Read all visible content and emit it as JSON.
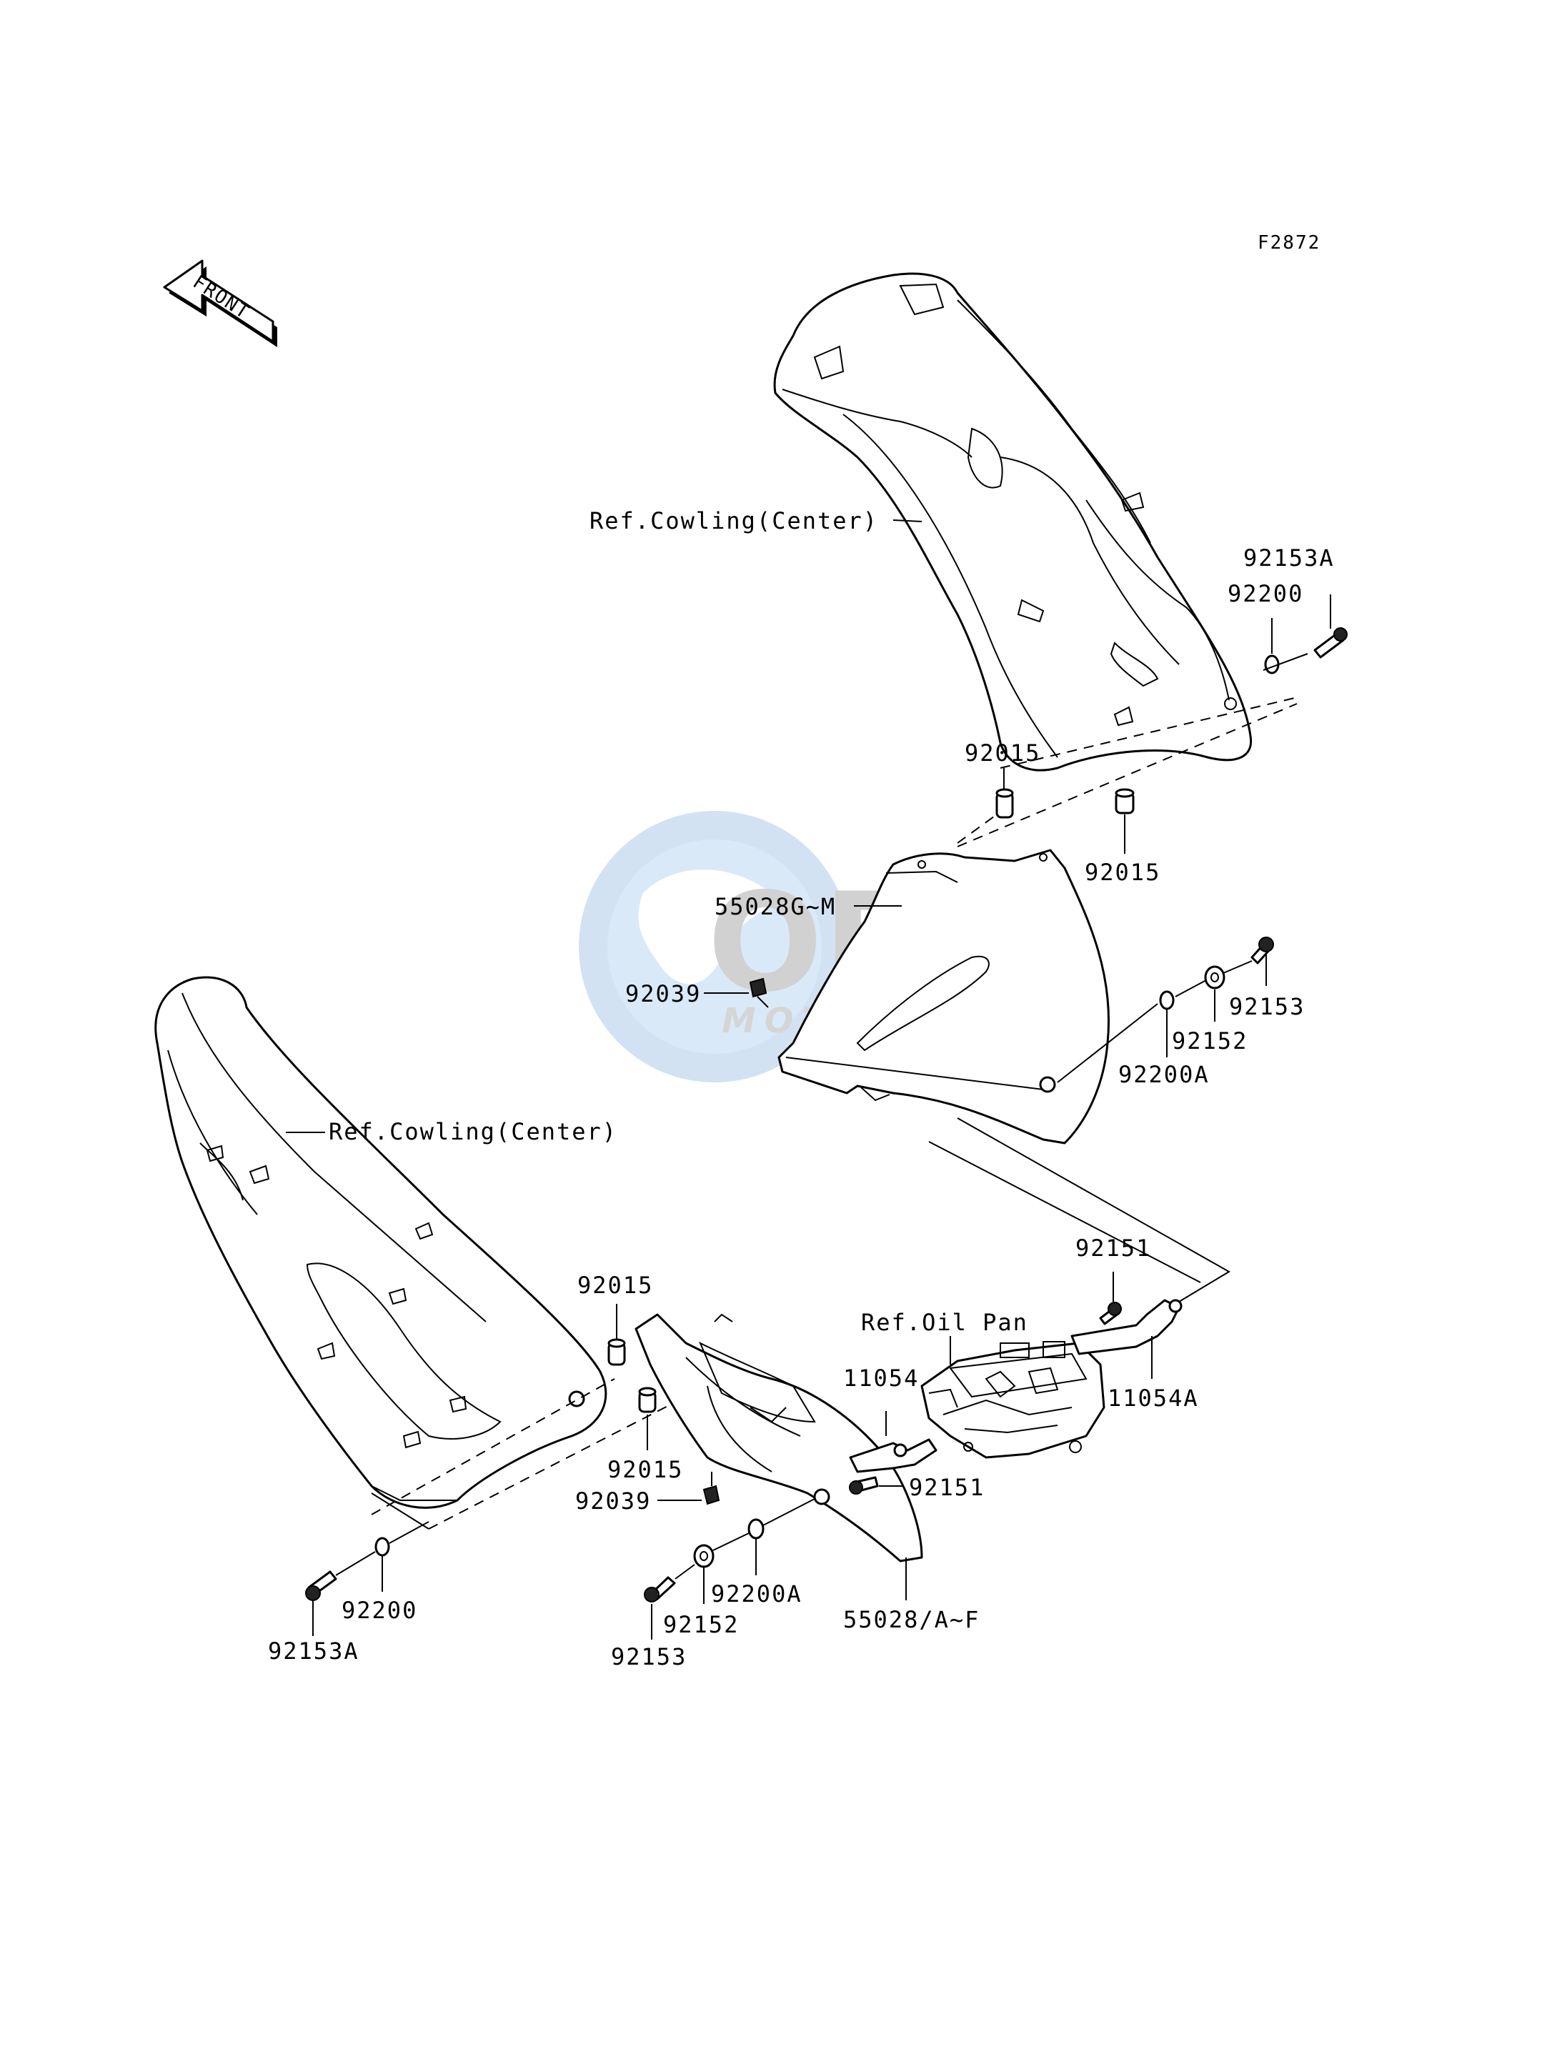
{
  "diagram_code": "F2872",
  "front_arrow_label": "FRONT",
  "watermark": {
    "brand": "OEM",
    "sub": "MOTORPARTS"
  },
  "labels": {
    "ref_cowling_center_upper": "Ref.Cowling(Center)",
    "ref_cowling_center_lower": "Ref.Cowling(Center)",
    "ref_oil_pan": "Ref.Oil Pan",
    "p_92153A_top": "92153A",
    "p_92200_top": "92200",
    "p_92015_a": "92015",
    "p_92015_b": "92015",
    "p_55028G_M": "55028G~M",
    "p_92039_top": "92039",
    "p_92153_right": "92153",
    "p_92152_right": "92152",
    "p_92200A_right": "92200A",
    "p_92151_top": "92151",
    "p_11054A": "11054A",
    "p_11054": "11054",
    "p_92151_mid": "92151",
    "p_92015_c": "92015",
    "p_92015_d": "92015",
    "p_92039_bottom": "92039",
    "p_92200_bottom": "92200",
    "p_92153A_bottom": "92153A",
    "p_92200A_bottom": "92200A",
    "p_92152_bottom": "92152",
    "p_92153_bottom": "92153",
    "p_55028_A_F": "55028/A~F"
  }
}
